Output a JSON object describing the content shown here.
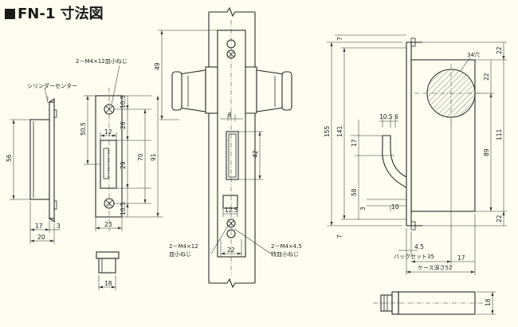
{
  "title": "FN-1 寸法図",
  "labels": {
    "screw_top": "2－M4×12皿小ねじ",
    "cylinder_center": "シリンダーセンター",
    "screw_bottom_left_1": "2－M4×12",
    "screw_bottom_left_2": "皿小ねじ",
    "screw_bottom_right_1": "2－M4×4.5",
    "screw_bottom_right_2": "特皿小ねじ",
    "hole": "34穴",
    "backset": "バックセット35",
    "case_depth": "ケース深さ52"
  },
  "dims": {
    "d17": "17",
    "d3": "3",
    "d20": "20",
    "d56": "56",
    "d23": "23",
    "d18a": "18",
    "d50_5": "50.5",
    "d10_5a": "10.5",
    "d26": "26",
    "d12": "12",
    "d29": "29",
    "d70": "70",
    "d91": "91",
    "d10_5b": "10.5",
    "d49": "49",
    "d8": "8",
    "d42": "42",
    "d12_5": "12.5",
    "d22a": "22",
    "d155": "155",
    "d141": "141",
    "d7a": "7",
    "d7b": "7",
    "d10_5c": "10.5",
    "d6": "6",
    "d17b": "17",
    "d58": "58",
    "d3b": "3",
    "d10": "10",
    "d4_5": "4.5",
    "d17c": "17",
    "d22b": "22",
    "d22c": "22",
    "d22d": "22",
    "d111": "111",
    "d89": "89",
    "d18b": "18"
  }
}
